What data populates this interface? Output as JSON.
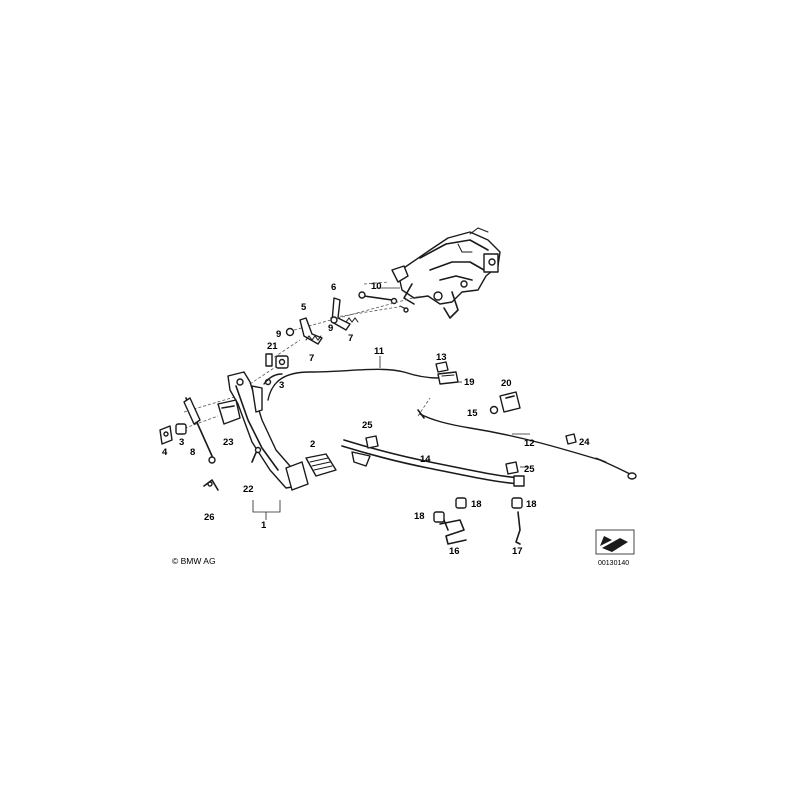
{
  "copyright": "© BMW AG",
  "reference_code": "00130140",
  "callouts": {
    "c1": "1",
    "c2": "2",
    "c3a": "3",
    "c3b": "3",
    "c4": "4",
    "c5": "5",
    "c6": "6",
    "c7a": "7",
    "c7b": "7",
    "c8": "8",
    "c9a": "9",
    "c9b": "9",
    "c10": "10",
    "c11": "11",
    "c12": "12",
    "c13": "13",
    "c14": "14",
    "c15": "15",
    "c16": "16",
    "c17": "17",
    "c18a": "18",
    "c18b": "18",
    "c18c": "18",
    "c19": "19",
    "c20": "20",
    "c21": "21",
    "c22": "22",
    "c23": "23",
    "c24": "24",
    "c25a": "25",
    "c25b": "25",
    "c26": "26"
  },
  "icons": {
    "direction_symbol": "arrow-icon"
  },
  "colors": {
    "line": "#1a1a1a",
    "background": "#ffffff"
  }
}
